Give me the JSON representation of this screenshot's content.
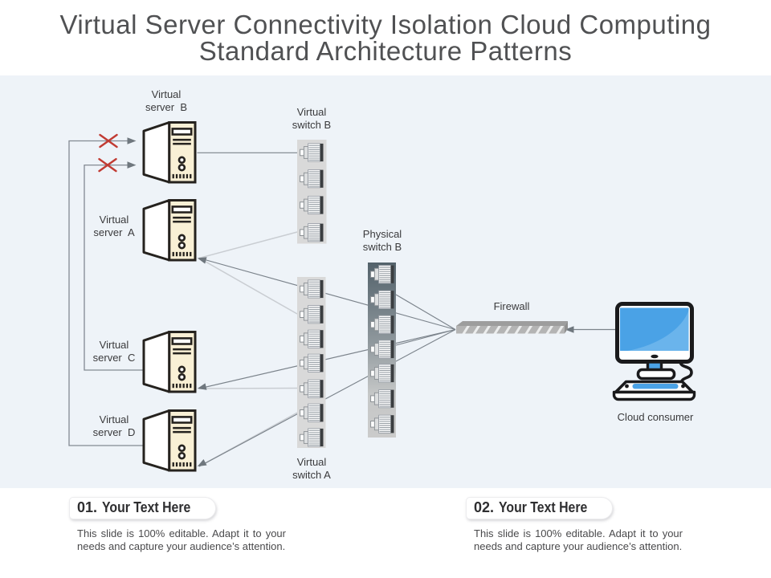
{
  "slide": {
    "title": {
      "line1": "Virtual Server Connectivity Isolation Cloud Computing",
      "line2": "Standard Architecture Patterns"
    }
  },
  "diagram": {
    "labels": {
      "virtual_server_b": {
        "line1": "Virtual",
        "line2": "server  B"
      },
      "virtual_server_a": {
        "line1": "Virtual",
        "line2": "server  A"
      },
      "virtual_server_c": {
        "line1": "Virtual",
        "line2": "server  C"
      },
      "virtual_server_d": {
        "line1": "Virtual",
        "line2": "server  D"
      },
      "virtual_switch_b": {
        "line1": "Virtual",
        "line2": "switch B"
      },
      "virtual_switch_a": {
        "line1": "Virtual",
        "line2": "switch A"
      },
      "physical_switch_b": {
        "line1": "Physical",
        "line2": "switch B"
      },
      "firewall": "Firewall",
      "cloud_consumer": "Cloud consumer"
    },
    "colors": {
      "band_background": "#eef3f8",
      "server_front": "#f9f0d5",
      "icon_outline": "#25221e",
      "switch_panel": "#d9d9d9",
      "physical_switch_top": "#53626b",
      "connector_dark": "#76808a",
      "connector_light": "#c9cdd2",
      "blocked_x_red": "#c13b33",
      "screen_blue": "#4aa2e6",
      "firewall_gray": "#b4b4b4"
    }
  },
  "sections": [
    {
      "number": "01.",
      "heading": "Your Text Here",
      "body": "This slide is 100% editable. Adapt it to your needs and capture your audience’s attention."
    },
    {
      "number": "02.",
      "heading": "Your Text Here",
      "body": "This slide is 100% editable. Adapt it to your needs and capture your audience’s attention."
    }
  ]
}
